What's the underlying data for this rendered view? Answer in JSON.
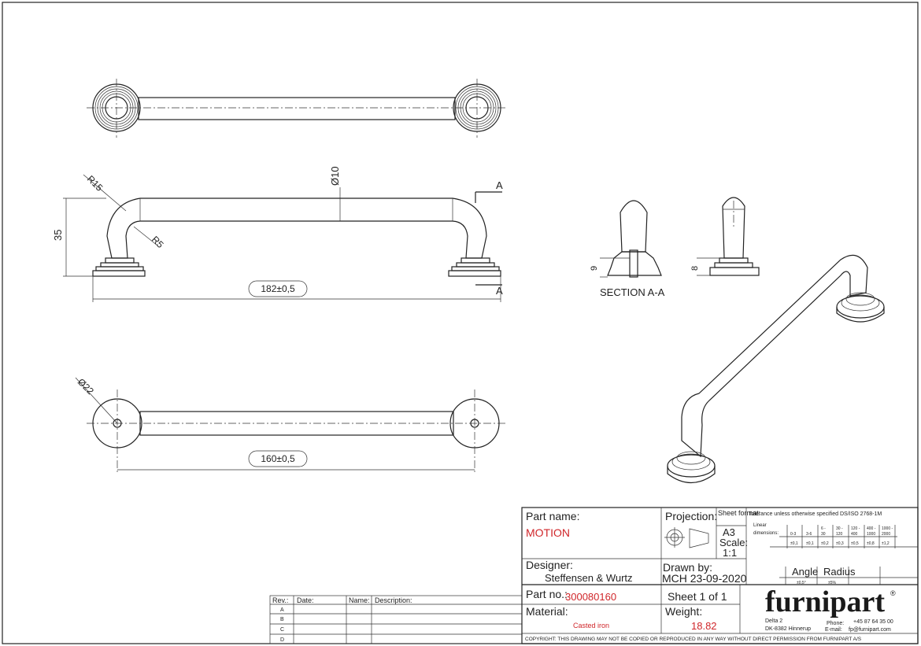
{
  "dimensions": {
    "length_overall": "182±0,5",
    "hole_spacing": "160±0,5",
    "height": "35",
    "rod_diameter": "Ø10",
    "base_diameter": "Ø22",
    "radius_outer": "R15",
    "radius_inner": "R5",
    "section_marker": "A",
    "section_depth": "9",
    "side_depth": "8",
    "section_label": "SECTION A-A"
  },
  "title_block": {
    "part_name_label": "Part name:",
    "part_name": "MOTION",
    "projection_label": "Projection:",
    "sheet_format_label": "Sheet format:",
    "sheet_format": "A3",
    "scale_label": "Scale:",
    "scale": "1:1",
    "designer_label": "Designer:",
    "designer": "Steffensen & Wurtz",
    "drawn_by_label": "Drawn by:",
    "drawn_by": "MCH 23-09-2020",
    "part_no_label": "Part no.:",
    "part_no": "300080160",
    "sheet": "Sheet 1 of 1",
    "material_label": "Material:",
    "material": "Casted iron",
    "weight_label": "Weight:",
    "weight": "18.82",
    "copyright": "COPYRIGHT: THIS DRAWING MAY NOT BE COPIED OR REPRODUCED IN ANY WAY WITHOUT DIRECT PERMISSION FROM FURNIPART A/S"
  },
  "tolerance": {
    "title": "Tolerance unless otherwise specified DS/ISO 2768-1M",
    "linear_label_1": "Linear",
    "linear_label_2": "dimensions:",
    "ranges": [
      [
        "",
        "0-3"
      ],
      [
        "",
        "3-6"
      ],
      [
        "6 -",
        "30"
      ],
      [
        "30 -",
        "120"
      ],
      [
        "120 -",
        "400"
      ],
      [
        "400 -",
        "1000"
      ],
      [
        "1000 -",
        "2000"
      ]
    ],
    "values": [
      "±0,1",
      "±0,1",
      "±0,2",
      "±0,3",
      "±0,5",
      "±0,8",
      "±1,2"
    ],
    "angle_label": "Angle",
    "radius_label": "Radius",
    "angle_value": "±0,5°",
    "radius_value": "±5%"
  },
  "company": {
    "logo": "furnipart",
    "address_1": "Delta 2",
    "address_2": "DK-8382 Hinnerup",
    "phone_label": "Phone:",
    "phone": "+45 87 64 35 00",
    "email_label": "E-mail:",
    "email": "fp@furnipart.com"
  },
  "revision_table": {
    "headers": [
      "Rev.:",
      "Date:",
      "Name:",
      "Description:"
    ],
    "rows": [
      "A",
      "B",
      "C",
      "D"
    ]
  }
}
